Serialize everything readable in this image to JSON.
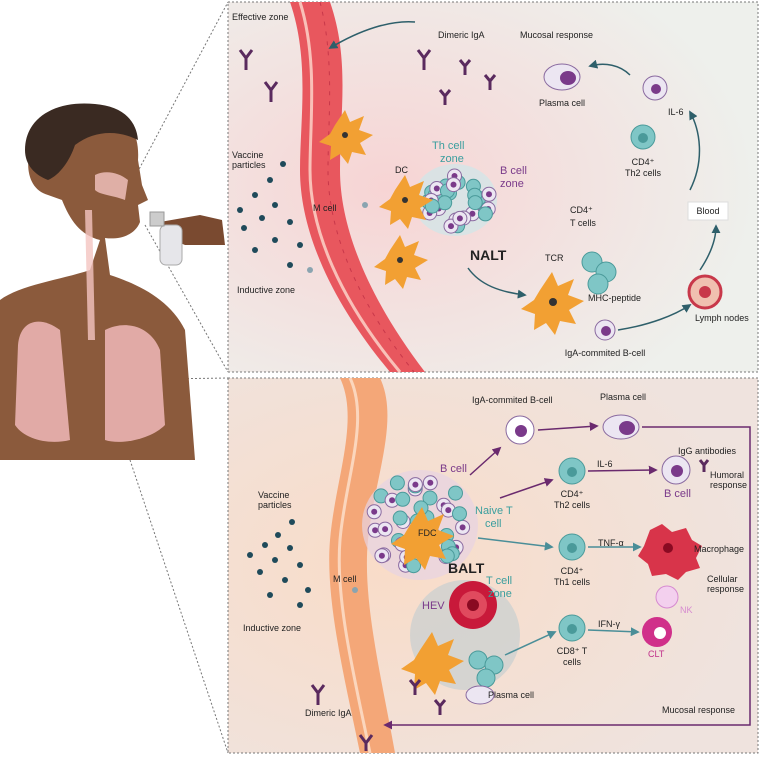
{
  "top": {
    "effective_zone": "Effective zone",
    "dimeric_iga": "Dimeric IgA",
    "mucosal_response": "Mucosal response",
    "plasma_cell": "Plasma cell",
    "il6": "IL-6",
    "cd4_th2_a": "CD4⁺",
    "cd4_th2_b": "Th2 cells",
    "th_zone_a": "Th cell",
    "th_zone_b": "zone",
    "b_zone_a": "B cell",
    "b_zone_b": "zone",
    "vaccine_a": "Vaccine",
    "vaccine_b": "particles",
    "dc": "DC",
    "m_cell": "M cell",
    "cd4_t_a": "CD4⁺",
    "cd4_t_b": "T cells",
    "blood": "Blood",
    "nalt": "NALT",
    "tcr": "TCR",
    "mhc": "MHC-peptide",
    "lymph": "Lymph nodes",
    "inductive": "Inductive zone",
    "iga_b": "IgA-commited B-cell"
  },
  "bottom": {
    "iga_b": "IgA-commited B-cell",
    "plasma_cell": "Plasma cell",
    "igg": "IgG antibodies",
    "b_cell": "B cell",
    "il6": "IL-6",
    "cd4_th2_a": "CD4⁺",
    "cd4_th2_b": "Th2 cells",
    "b_cell_out": "B cell",
    "humoral_a": "Humoral",
    "humoral_b": "response",
    "naive_a": "Naive T",
    "naive_b": "cell",
    "vaccine_a": "Vaccine",
    "vaccine_b": "particles",
    "fdc": "FDC",
    "tnf": "TNF-α",
    "macrophage": "Macrophage",
    "balt": "BALT",
    "cd4_th1_a": "CD4⁺",
    "cd4_th1_b": "Th1 cells",
    "m_cell": "M cell",
    "t_zone_a": "T cell",
    "t_zone_b": "zone",
    "nk": "NK",
    "cellular_a": "Cellular",
    "cellular_b": "response",
    "hev": "HEV",
    "inductive": "Inductive zone",
    "ifn": "IFN-γ",
    "cd8_a": "CD8⁺ T",
    "cd8_b": "cells",
    "clt": "CLT",
    "plasma_cell_2": "Plasma cell",
    "dimeric_iga": "Dimeric IgA",
    "mucosal_response": "Mucosal response"
  },
  "colors": {
    "teal": "#7fc6c6",
    "purple": "#7a3a8a",
    "orange": "#f2a033",
    "epithelium_top": "#e8575e",
    "epithelium_bottom": "#f4a778",
    "macrophage": "#d8344a",
    "clt": "#d0308a"
  }
}
